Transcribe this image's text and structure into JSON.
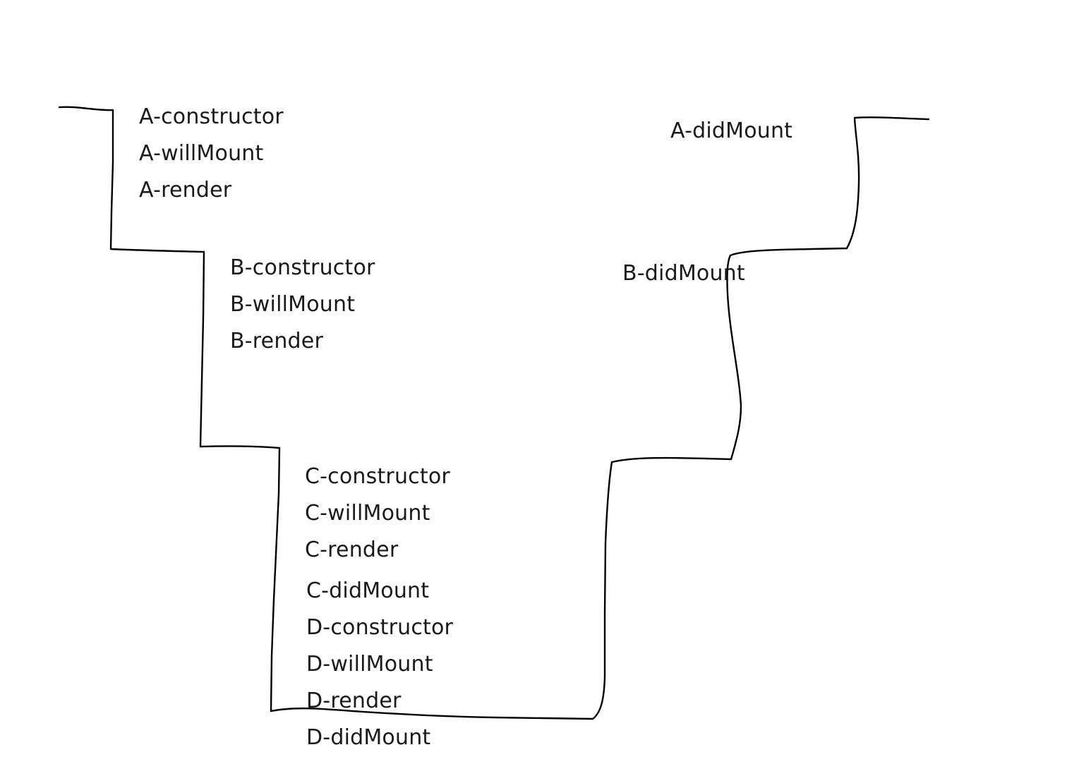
{
  "diagram": {
    "a": {
      "constructor": "A-constructor",
      "willMount": "A-willMount",
      "render": "A-render",
      "didMount": "A-didMount"
    },
    "b": {
      "constructor": "B-constructor",
      "willMount": "B-willMount",
      "render": "B-render",
      "didMount": "B-didMount"
    },
    "c": {
      "constructor": "C-constructor",
      "willMount": "C-willMount",
      "render": "C-render",
      "didMount": "C-didMount"
    },
    "d": {
      "constructor": "D-constructor",
      "willMount": "D-willMount",
      "render": "D-render",
      "didMount": "D-didMount"
    }
  },
  "stroke_color": "#000000"
}
